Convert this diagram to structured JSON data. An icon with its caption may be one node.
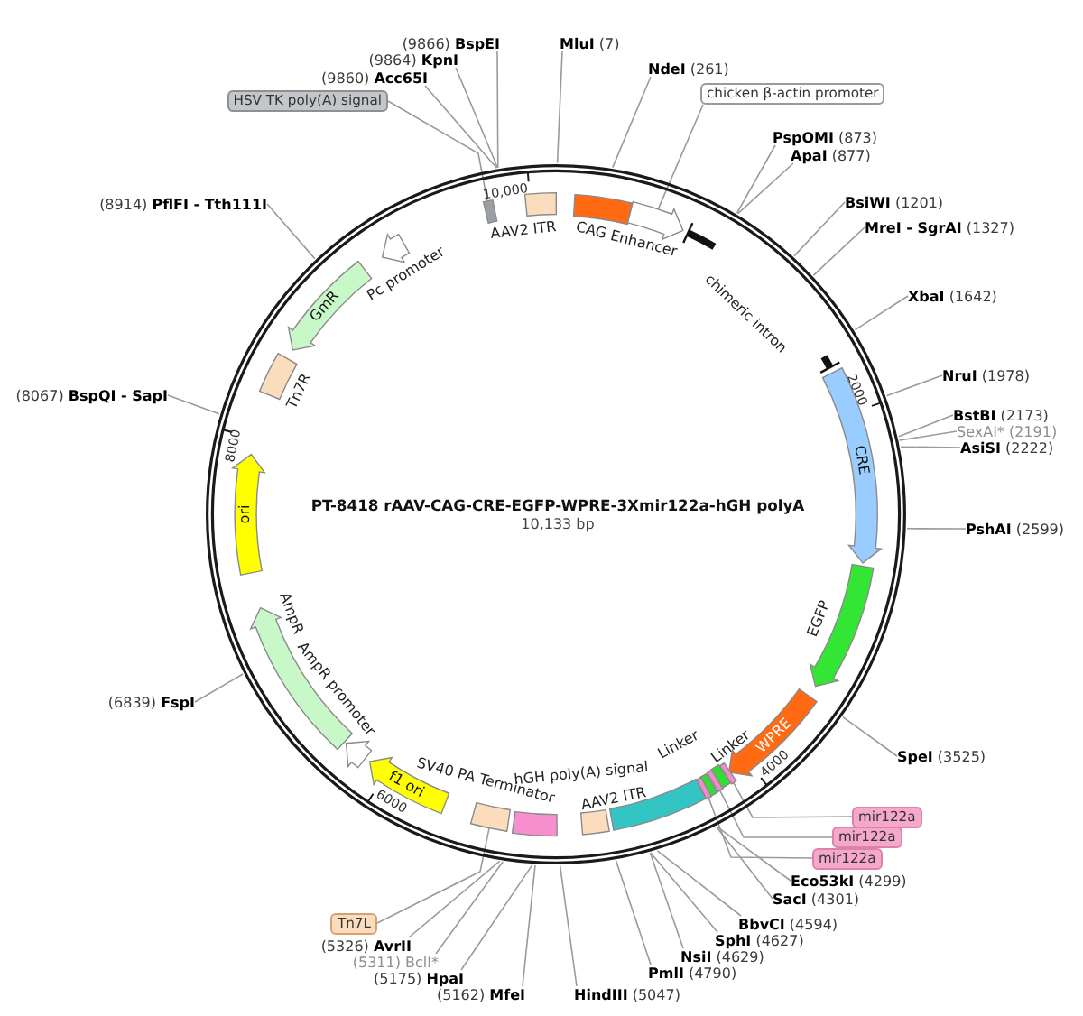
{
  "diagram": {
    "title": "PT-8418 rAAV-CAG-CRE-EGFP-WPRE-3Xmir122a-hGH polyA",
    "nodes": [
      {
        "text": [
          "(9866) **BspEI**"
        ]
      },
      {
        "text": [
          "(9864) **KpnI**"
        ]
      },
      {
        "text": [
          "**MluI** (7)"
        ]
      },
      {
        "text": [
          "**NdeI** (261)"
        ]
      },
      {
        "text": [
          "(9860) **Acc65I**"
        ]
      },
      {
        "text": [
          "chicken β-actin promoter"
        ]
      },
      {
        "text": [
          "HSV TK poly(A) signal"
        ]
      },
      {
        "text": [
          "**PspOMI** (873)"
        ]
      },
      {
        "text": [
          "**ApaI** (877)"
        ]
      },
      {
        "text": [
          "**BsiWI** (1201)"
        ]
      },
      {
        "text": [
          "(8914) **PflFI - Tth111I**"
        ]
      },
      {
        "text": [
          "**MreI - SgrAI** (1327)"
        ]
      },
      {
        "text": [
          "**XbaI** (1642)"
        ]
      },
      {
        "text": [
          "**NruI** (1978)"
        ]
      },
      {
        "text": [
          "(8067) **BspQI - SapI**"
        ]
      },
      {
        "text": [
          "**BstBI** (2173)"
        ]
      },
      {
        "text": [
          "SexAI* (2191)"
        ]
      },
      {
        "text": [
          "**AsiSI** (2222)"
        ]
      },
      {
        "text": [
          "**PshAI** (2599)"
        ]
      },
      {
        "text": [
          "(6839) **FspI**"
        ]
      },
      {
        "text": [
          "**SpeI** (3525)"
        ]
      },
      {
        "text": [
          "mir122a"
        ]
      },
      {
        "text": [
          "mir122a"
        ]
      },
      {
        "text": [
          "mir122a"
        ]
      },
      {
        "text": [
          "**Eco53kI** (4299)"
        ]
      },
      {
        "text": [
          "**SacI** (4301)"
        ]
      },
      {
        "text": [
          "Tn7L"
        ]
      },
      {
        "text": [
          "**BbvCI** (4594)"
        ]
      },
      {
        "text": [
          "(5326) **AvrII**"
        ]
      },
      {
        "text": [
          "**SphI** (4627)"
        ]
      },
      {
        "text": [
          "(5311) BclI*"
        ]
      },
      {
        "text": [
          "**NsiI** (4629)"
        ]
      },
      {
        "text": [
          "(5175) **HpaI**"
        ]
      },
      {
        "text": [
          "**PmlI** (4790)"
        ]
      },
      {
        "text": [
          "(5162) **MfeI**"
        ]
      },
      {
        "text": [
          "**HindIII** (5047)"
        ]
      },
      {
        "text": [],
        "shape": "bar",
        "beside": [
          "AAV2 ITR"
        ]
      },
      {
        "text": [],
        "shape": "bar",
        "beside": [
          "CAG Enhancer"
        ]
      },
      {
        "text": [],
        "shape": "arrow"
      },
      {
        "text": [
          "CRE"
        ]
      },
      {
        "text": [],
        "shape": "arrow",
        "beside": [
          "EGFP"
        ]
      },
      {
        "text": [
          "WPRE"
        ]
      },
      {
        "text": [],
        "shape": "bar"
      },
      {
        "text": [],
        "shape": "bar",
        "beside": [
          "Linker"
        ]
      },
      {
        "text": [],
        "shape": "bar"
      },
      {
        "text": [],
        "shape": "bar",
        "beside": [
          "Linker"
        ]
      },
      {
        "text": [],
        "shape": "bar"
      },
      {
        "text": [],
        "shape": "bar",
        "beside": [
          "hGH poly(A) signal"
        ]
      },
      {
        "text": [],
        "shape": "bar",
        "beside": [
          "AAV2 ITR"
        ]
      },
      {
        "text": [],
        "shape": "bar"
      },
      {
        "text": [],
        "shape": "bar"
      },
      {
        "text": [
          "f1 ori"
        ]
      },
      {
        "text": [],
        "shape": "arrow",
        "beside": [
          "AmpR promoter"
        ]
      },
      {
        "text": [],
        "shape": "arrow",
        "beside": [
          "AmpR"
        ]
      },
      {
        "text": [
          "ori"
        ]
      },
      {
        "text": [],
        "shape": "bar",
        "beside": [
          "Tn7R"
        ]
      },
      {
        "text": [
          "GmR"
        ]
      },
      {
        "text": [],
        "shape": "arrow",
        "beside": [
          "Pc promoter"
        ]
      },
      {
        "text": [],
        "shape": "bar"
      }
    ],
    "edges": [
      {
        "from": 0,
        "to": null,
        "arrow": "none"
      },
      {
        "from": 1,
        "to": null,
        "arrow": "none"
      },
      {
        "from": 2,
        "to": null,
        "arrow": "none"
      },
      {
        "from": 3,
        "to": null,
        "arrow": "none"
      },
      {
        "from": 4,
        "to": null,
        "arrow": "none"
      },
      {
        "from": 5,
        "to": 38,
        "arrow": "none"
      },
      {
        "from": 6,
        "to": 58,
        "arrow": "none"
      },
      {
        "from": 7,
        "to": null,
        "arrow": "none"
      },
      {
        "from": 8,
        "to": null,
        "arrow": "none"
      },
      {
        "from": 9,
        "to": null,
        "arrow": "none"
      },
      {
        "from": 10,
        "to": null,
        "arrow": "none"
      },
      {
        "from": 11,
        "to": null,
        "arrow": "none"
      },
      {
        "from": 12,
        "to": null,
        "arrow": "none"
      },
      {
        "from": 13,
        "to": null,
        "arrow": "none"
      },
      {
        "from": 14,
        "to": null,
        "arrow": "none"
      },
      {
        "from": 15,
        "to": null,
        "arrow": "none"
      },
      {
        "from": 16,
        "to": null,
        "arrow": "none"
      },
      {
        "from": 17,
        "to": null,
        "arrow": "none"
      },
      {
        "from": 18,
        "to": null,
        "arrow": "none"
      },
      {
        "from": 19,
        "to": null,
        "arrow": "none"
      },
      {
        "from": 20,
        "to": null,
        "arrow": "none"
      },
      {
        "from": 21,
        "to": 42,
        "arrow": "none"
      },
      {
        "from": 22,
        "to": 44,
        "arrow": "none"
      },
      {
        "from": 23,
        "to": 46,
        "arrow": "none"
      },
      {
        "from": 24,
        "to": null,
        "arrow": "none"
      },
      {
        "from": 25,
        "to": null,
        "arrow": "none"
      },
      {
        "from": 26,
        "to": 50,
        "arrow": "none"
      },
      {
        "from": 27,
        "to": null,
        "arrow": "none"
      },
      {
        "from": 28,
        "to": null,
        "arrow": "none"
      },
      {
        "from": 29,
        "to": null,
        "arrow": "none"
      },
      {
        "from": 30,
        "to": null,
        "arrow": "none"
      },
      {
        "from": 31,
        "to": null,
        "arrow": "none"
      },
      {
        "from": 32,
        "to": null,
        "arrow": "none"
      },
      {
        "from": 33,
        "to": null,
        "arrow": "none"
      },
      {
        "from": 34,
        "to": null,
        "arrow": "none"
      },
      {
        "from": 35,
        "to": null,
        "arrow": "none"
      }
    ],
    "labels": [
      "10,000",
      "chimeric intron",
      "2000",
      "8000",
      "10,133 bp",
      "4000",
      "SV40 PA Terminator",
      "6000"
    ]
  }
}
